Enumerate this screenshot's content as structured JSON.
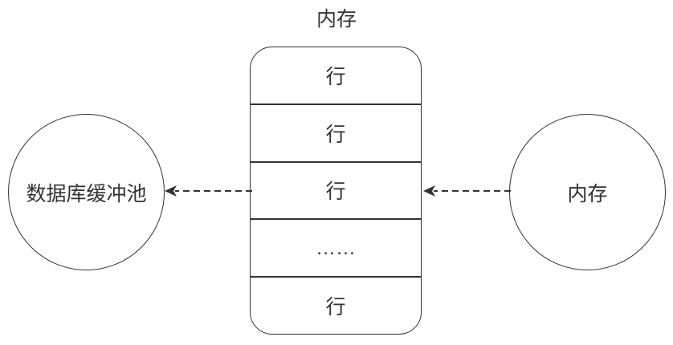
{
  "title": "内存",
  "memory_block": {
    "rows": [
      {
        "label": "行"
      },
      {
        "label": "行"
      },
      {
        "label": "行"
      },
      {
        "label": "……"
      },
      {
        "label": "行"
      }
    ]
  },
  "left_circle": {
    "label": "数据库缓冲池"
  },
  "right_circle": {
    "label": "内存"
  },
  "arrows": [
    {
      "name": "block-to-buffer-pool",
      "style": "dashed",
      "direction": "left"
    },
    {
      "name": "memory-to-block",
      "style": "dashed",
      "direction": "left"
    }
  ],
  "colors": {
    "stroke": "#333333",
    "text": "#333333",
    "background": "#ffffff"
  }
}
